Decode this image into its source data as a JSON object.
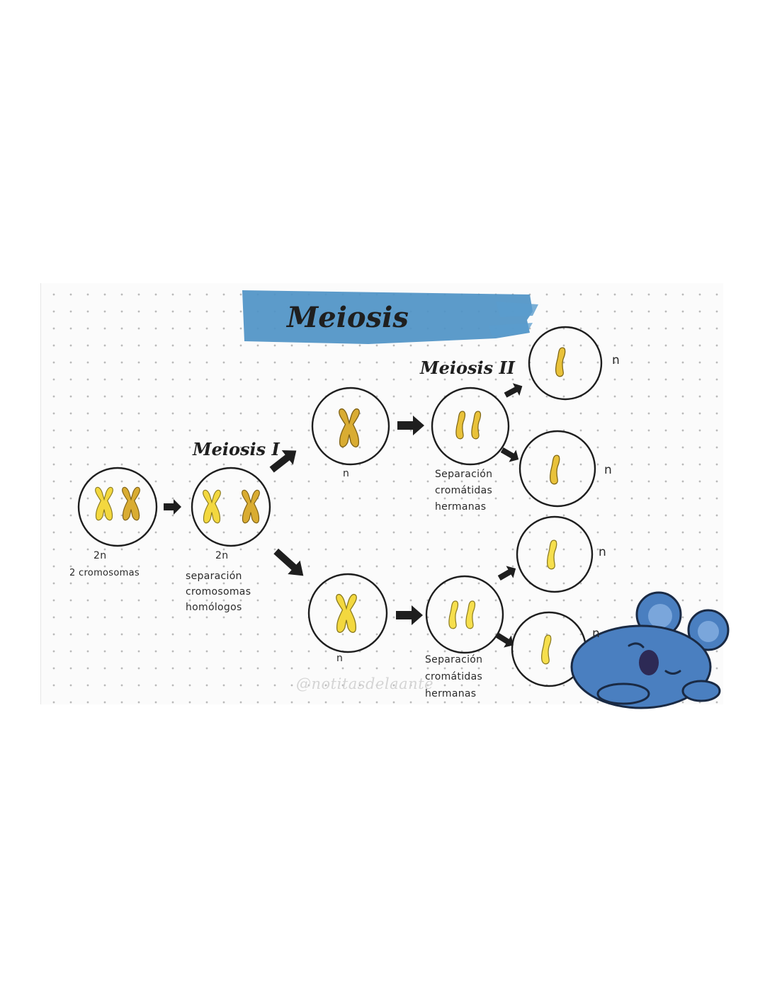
{
  "title": "Meiosis",
  "stage_labels": {
    "meiosis_1": "Meiosis I",
    "meiosis_2": "Meiosis II"
  },
  "cells": {
    "start": {
      "ploidy": "2n",
      "caption": "2 cromosomas"
    },
    "homolog_separation": {
      "ploidy": "2n",
      "caption_lines": [
        "separación",
        "cromosomas",
        "homólogos"
      ]
    },
    "top_haploid": {
      "ploidy": "n"
    },
    "bottom_haploid": {
      "ploidy": "n"
    },
    "top_sister_separation": {
      "caption_lines": [
        "Separación",
        "cromátidas",
        "hermanas"
      ]
    },
    "bottom_sister_separation": {
      "caption_lines": [
        "Separación",
        "cromátidas",
        "hermanas"
      ]
    },
    "gametes": [
      {
        "ploidy": "n"
      },
      {
        "ploidy": "n"
      },
      {
        "ploidy": "n"
      },
      {
        "ploidy": "n"
      }
    ]
  },
  "watermark": "@notitasdelaante",
  "colors": {
    "brush": "#4e93c6",
    "chromosome_light": "#f3d83f",
    "chromosome_dark": "#d9ac32",
    "mascot": "#4a7fc0",
    "arrow": "#1e1e1e"
  }
}
